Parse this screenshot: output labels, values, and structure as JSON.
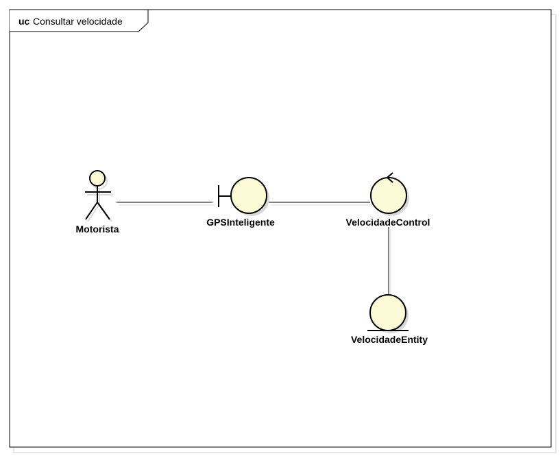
{
  "frame": {
    "kind": "uc",
    "name": "Consultar velocidade"
  },
  "elements": {
    "actor": {
      "label": "Motorista",
      "stereotype": "actor"
    },
    "boundary": {
      "label": "GPSInteligente",
      "stereotype": "boundary"
    },
    "control": {
      "label": "VelocidadeControl",
      "stereotype": "control"
    },
    "entity": {
      "label": "VelocidadeEntity",
      "stereotype": "entity"
    }
  },
  "colors": {
    "fill": "#fdfbd7",
    "stroke": "#000000",
    "shadow": "#d9d9d9",
    "frame_shadow": "#e6e6e6"
  }
}
